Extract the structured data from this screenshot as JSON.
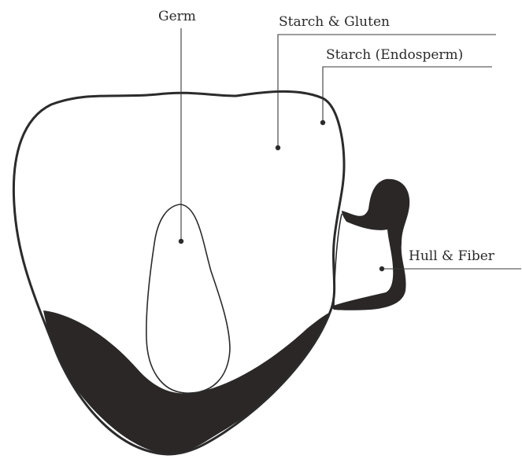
{
  "labels": {
    "germ": "Germ",
    "starch_gluten": "Starch & Gluten",
    "starch_endosperm": "Starch (Endosperm)",
    "hull_fiber": "Hull & Fiber"
  },
  "colors": {
    "ink": "#2b2b2b",
    "dark_fill": "#2b2727",
    "background": "#ffffff"
  }
}
